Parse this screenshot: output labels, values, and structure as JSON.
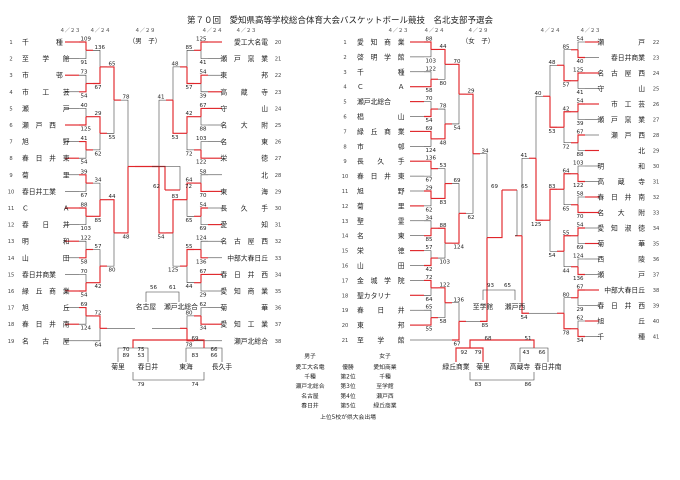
{
  "title": "第７０回　愛知県高等学校総合体育大会バスケットボール競技　名北支部予選会",
  "dates": [
    "４／２３",
    "４／２４",
    "４／２９"
  ],
  "division_labels": {
    "boys": "（男　子）",
    "girls": "（女　子）"
  },
  "boys_left": [
    {
      "no": "1",
      "name": "千　　　　種"
    },
    {
      "no": "2",
      "name": "至　　学　　館"
    },
    {
      "no": "3",
      "name": "市　　　　邨"
    },
    {
      "no": "4",
      "name": "市　　工　　芸"
    },
    {
      "no": "5",
      "name": "瀬　　　　　戸"
    },
    {
      "no": "6",
      "name": "瀬　戸　西"
    },
    {
      "no": "7",
      "name": "旭　　　　　野"
    },
    {
      "no": "8",
      "name": "春　日　井　東"
    },
    {
      "no": "9",
      "name": "菊　　　　　里"
    },
    {
      "no": "10",
      "name": "春日井工業"
    },
    {
      "no": "11",
      "name": "Ｃ　　　　　Ａ"
    },
    {
      "no": "12",
      "name": "春　　日　　井"
    },
    {
      "no": "13",
      "name": "明　　　　　和"
    },
    {
      "no": "14",
      "name": "山　　　　　田"
    },
    {
      "no": "15",
      "name": "春日井商業"
    },
    {
      "no": "16",
      "name": "緑　丘　商　業"
    },
    {
      "no": "17",
      "name": "旭　　　　　丘"
    },
    {
      "no": "18",
      "name": "春　日　井　南"
    },
    {
      "no": "19",
      "name": "名　　古　　屋"
    }
  ],
  "boys_right": [
    {
      "no": "20",
      "name": "愛工大名電"
    },
    {
      "no": "21",
      "name": "瀬　戸　窯　業"
    },
    {
      "no": "22",
      "name": "東　　　　　邦"
    },
    {
      "no": "23",
      "name": "高　　蔵　　寺"
    },
    {
      "no": "24",
      "name": "守　　　　　山"
    },
    {
      "no": "25",
      "name": "名　　大　　附"
    },
    {
      "no": "26",
      "name": "名　　　　　東"
    },
    {
      "no": "27",
      "name": "栄　　　　　徳"
    },
    {
      "no": "28",
      "name": "北"
    },
    {
      "no": "29",
      "name": "東　　　　　海"
    },
    {
      "no": "30",
      "name": "長　　久　　手"
    },
    {
      "no": "31",
      "name": "愛　　　　　知"
    },
    {
      "no": "32",
      "name": "名　古　屋　西"
    },
    {
      "no": "33",
      "name": "中部大春日丘"
    },
    {
      "no": "34",
      "name": "春　日　井　西"
    },
    {
      "no": "35",
      "name": "愛　知　商　業"
    },
    {
      "no": "36",
      "name": "菊　　　　　華"
    },
    {
      "no": "37",
      "name": "愛　知　工　業"
    },
    {
      "no": "38",
      "name": "瀬戸北総合"
    }
  ],
  "girls_left": [
    {
      "no": "1",
      "name": "愛　知　商　業"
    },
    {
      "no": "2",
      "name": "啓　明　学　館"
    },
    {
      "no": "3",
      "name": "千　　　　　種"
    },
    {
      "no": "4",
      "name": "Ｃ　　　　　Ａ"
    },
    {
      "no": "5",
      "name": "瀬戸北総合"
    },
    {
      "no": "6",
      "name": "椙　　　　　山"
    },
    {
      "no": "7",
      "name": "緑　丘　商　業"
    },
    {
      "no": "8",
      "name": "市　　　　　邨"
    },
    {
      "no": "9",
      "name": "長　　久　　手"
    },
    {
      "no": "10",
      "name": "春　日　井　東"
    },
    {
      "no": "11",
      "name": "旭　　　　　野"
    },
    {
      "no": "12",
      "name": "菊　　　　　里"
    },
    {
      "no": "13",
      "name": "聖　　　　　霊"
    },
    {
      "no": "14",
      "name": "名　　　　　東"
    },
    {
      "no": "15",
      "name": "栄　　　　　徳"
    },
    {
      "no": "16",
      "name": "山　　　　　田"
    },
    {
      "no": "17",
      "name": "金　城　学　院"
    },
    {
      "no": "18",
      "name": "聖カタリナ"
    },
    {
      "no": "19",
      "name": "春　　日　　井"
    },
    {
      "no": "20",
      "name": "東　　　　　邦"
    },
    {
      "no": "21",
      "name": "至　　学　　館"
    }
  ],
  "girls_right": [
    {
      "no": "22",
      "name": "瀬　　　　　戸"
    },
    {
      "no": "23",
      "name": "春日井商業"
    },
    {
      "no": "24",
      "name": "名　古　屋　西"
    },
    {
      "no": "25",
      "name": "守　　　　　山"
    },
    {
      "no": "26",
      "name": "市　工　芸"
    },
    {
      "no": "27",
      "name": "瀬　戸　窯　業"
    },
    {
      "no": "28",
      "name": "瀬　戸　西"
    },
    {
      "no": "29",
      "name": "北"
    },
    {
      "no": "30",
      "name": "明　　　　　和"
    },
    {
      "no": "31",
      "name": "高　　蔵　　寺"
    },
    {
      "no": "32",
      "name": "春　日　井　南"
    },
    {
      "no": "33",
      "name": "名　　大　　附"
    },
    {
      "no": "34",
      "name": "愛　知　淑　徳"
    },
    {
      "no": "35",
      "name": "菊　　　　　華"
    },
    {
      "no": "36",
      "name": "西　　　　　陵"
    },
    {
      "no": "37",
      "name": "瀬　　　　　戸"
    },
    {
      "no": "38",
      "name": "中部大春日丘"
    },
    {
      "no": "39",
      "name": "春　日　井　西"
    },
    {
      "no": "40",
      "name": "旭　　　　　丘"
    },
    {
      "no": "41",
      "name": "千　　　　　種"
    }
  ],
  "boys_center": {
    "semi_scores": [
      "62",
      "72"
    ],
    "left_third_pair": [
      "56",
      "61"
    ],
    "left_sub_labels": [
      "名古屋",
      "瀬戸北総合"
    ],
    "bottom_teams": [
      "菊里",
      "春日井",
      "東海",
      "長久手"
    ],
    "bottom_scores": [
      "70",
      "75",
      "69",
      "66",
      "89",
      "53",
      "83",
      "66",
      "79",
      "74"
    ]
  },
  "girls_center": {
    "semi_scores": [
      "69",
      "65"
    ],
    "left_third_pair": [
      "93",
      "65"
    ],
    "left_sub_labels": [
      "至学館",
      "瀬戸西"
    ],
    "bottom_teams": [
      "緑丘商業",
      "菊里",
      "高蔵寺",
      "春日井南"
    ],
    "bottom_scores": [
      "68",
      "51",
      "92",
      "79",
      "43",
      "66",
      "83",
      "86"
    ]
  },
  "results": {
    "boys_header": "男子",
    "girls_header": "女子",
    "rows": [
      {
        "rank": "優勝",
        "boys": "愛工大名電",
        "girls": "愛知商業"
      },
      {
        "rank": "第2位",
        "boys": "千種",
        "girls": "千種"
      },
      {
        "rank": "第3位",
        "boys": "瀬戸北総合",
        "girls": "至学館"
      },
      {
        "rank": "第4位",
        "boys": "名古屋",
        "girls": "瀬戸西"
      },
      {
        "rank": "第5位",
        "boys": "春日井",
        "girls": "緑丘商業"
      }
    ],
    "note": "上位5校が県大会出場"
  }
}
